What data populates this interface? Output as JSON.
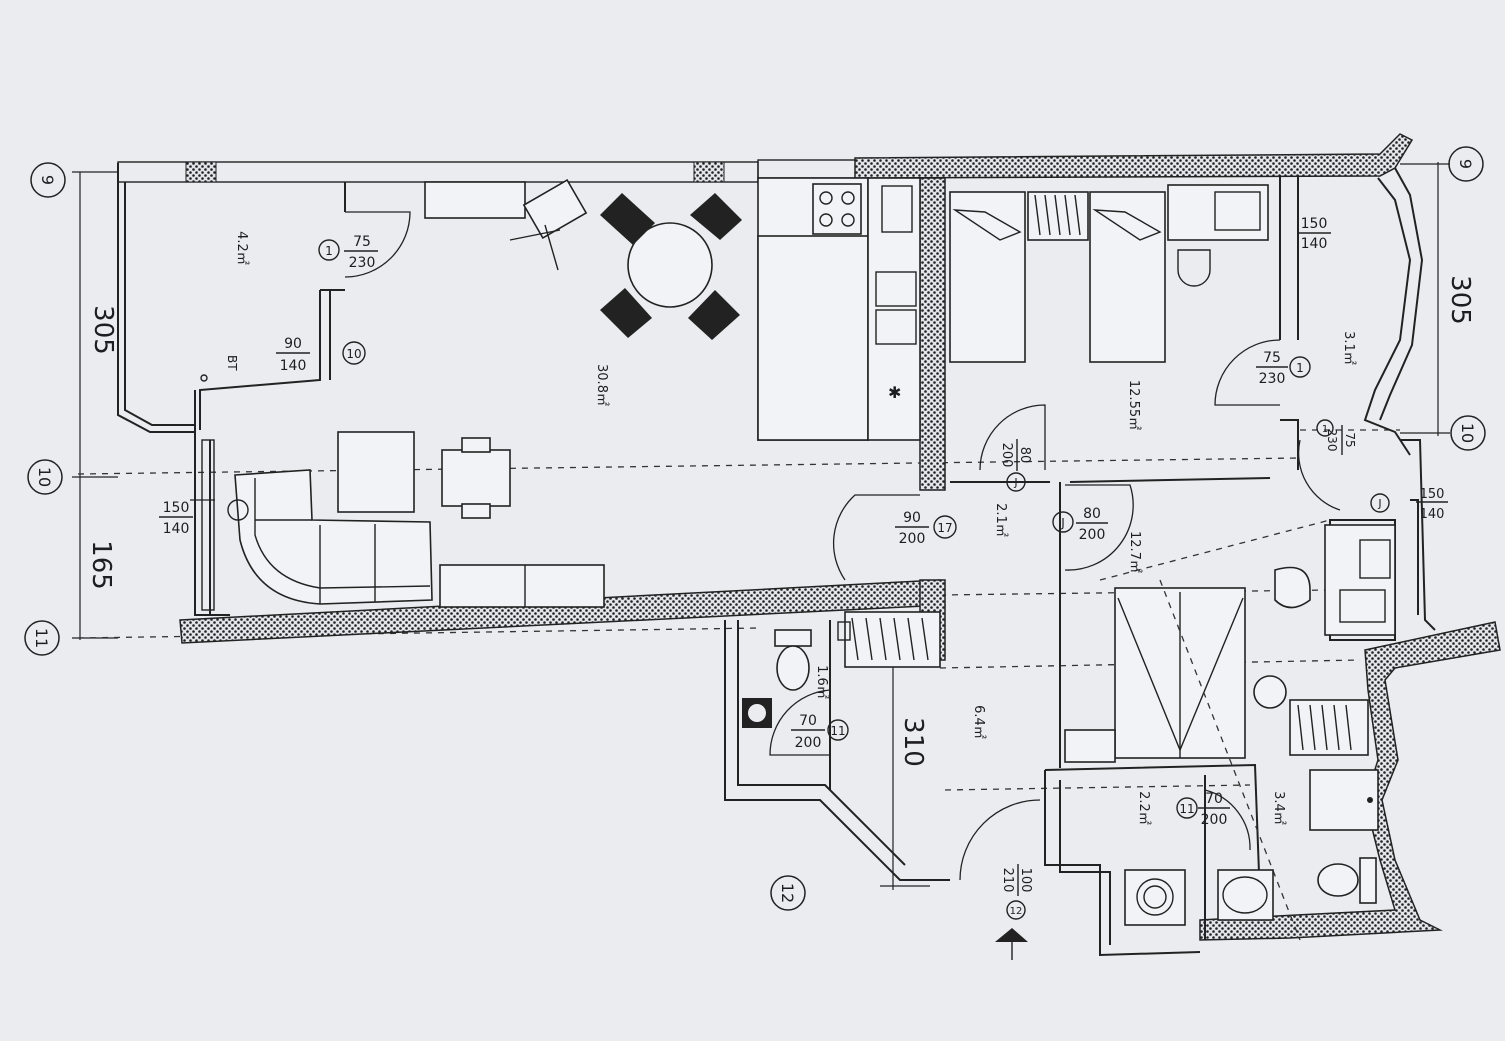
{
  "grid": {
    "g9_left": "9",
    "g10_left": "10",
    "g11_left": "11",
    "g9_right": "9",
    "g10_right": "10",
    "g12": "12"
  },
  "dimensions": {
    "left_top": "305",
    "left_bottom": "165",
    "right_top": "305",
    "center": "310"
  },
  "rooms": {
    "balcony_left": "4.2㎡",
    "living": "30.8㎡",
    "bedroom_top": "12.55㎡",
    "balcony_right": "3.1㎡",
    "corridor": "2.1㎡",
    "bedroom_bottom": "12.7㎡",
    "wc": "1.6㎡",
    "hall": "6.4㎡",
    "storage": "2.2㎡",
    "bathroom": "3.4㎡"
  },
  "doors": {
    "d1": {
      "num": "1",
      "w": "75",
      "h": "230"
    },
    "d2": {
      "num": "10",
      "w": "90",
      "h": "140"
    },
    "d3": {
      "num": "",
      "w": "150",
      "h": "140"
    },
    "d4": {
      "num": "J",
      "w": "80",
      "h": "200"
    },
    "d5": {
      "num": "17",
      "w": "90",
      "h": "200"
    },
    "d6": {
      "num": "J",
      "w": "80",
      "h": "200"
    },
    "d7": {
      "num": "1",
      "w": "75",
      "h": "230"
    },
    "d8": {
      "num": "1",
      "w": "75",
      "h": "230"
    },
    "d9": {
      "num": "J",
      "w": "150",
      "h": "140"
    },
    "d10": {
      "num": "11",
      "w": "70",
      "h": "200"
    },
    "d11": {
      "num": "11",
      "w": "70",
      "h": "200"
    },
    "d12": {
      "num": "12",
      "w": "100",
      "h": "210"
    },
    "d13": {
      "num": "",
      "w": "150",
      "h": "140"
    }
  },
  "misc": {
    "ht_label": "BT"
  }
}
